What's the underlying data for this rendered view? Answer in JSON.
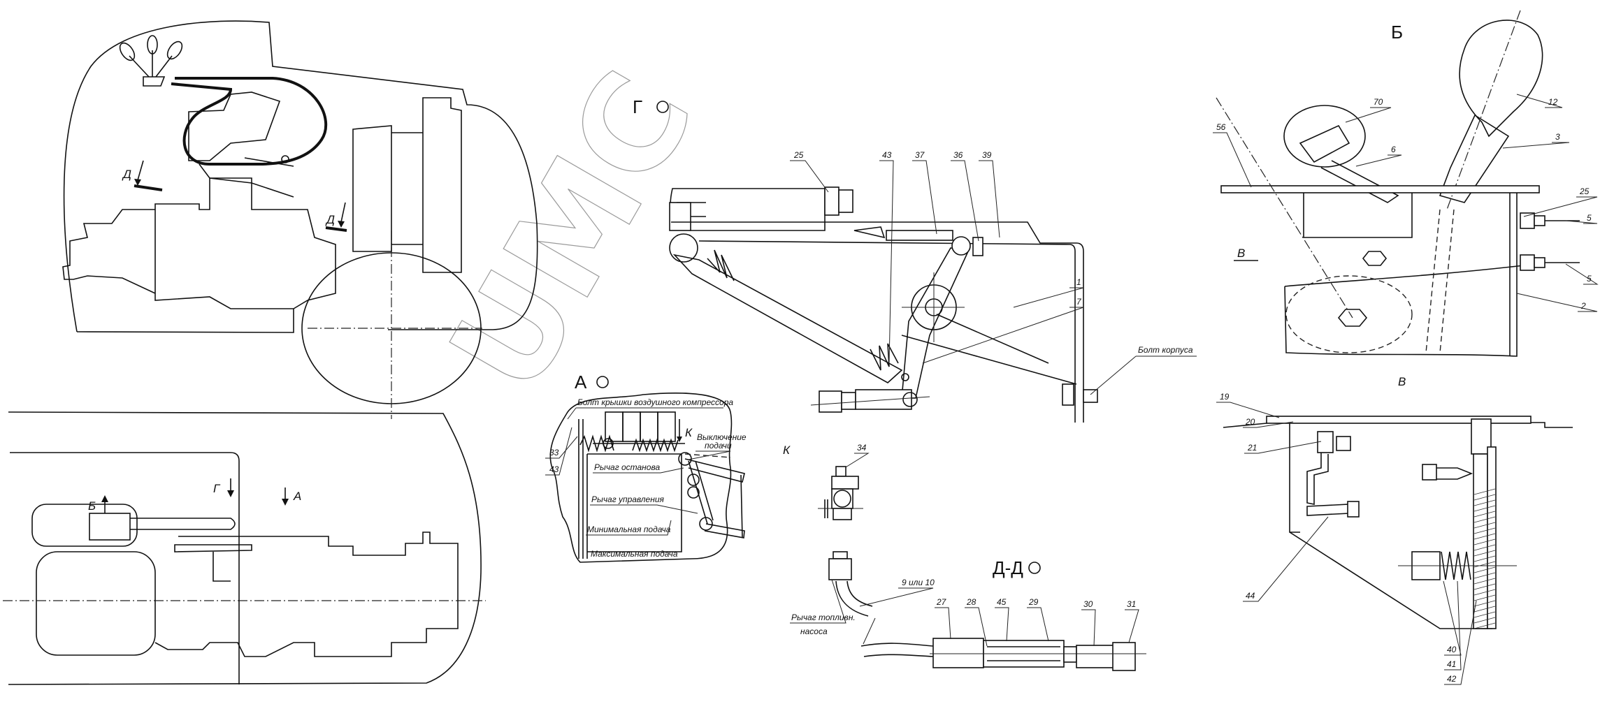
{
  "watermark": "UMC",
  "overview": {
    "side_view_labels": [
      "Д",
      "Д"
    ],
    "plan_view_labels": {
      "g": "Г",
      "a": "А",
      "b": "Б"
    }
  },
  "view_g": {
    "title": "Г",
    "callouts": [
      "25",
      "43",
      "37",
      "36",
      "39",
      "1",
      "7"
    ],
    "body_bolt": "Болт корпуса"
  },
  "view_a": {
    "title": "А",
    "compressor_bolt": "Болт крышки воздушного компрессора",
    "callouts": [
      "33",
      "43"
    ],
    "k_arrow": "К",
    "feed_off": [
      "Выключение",
      "подачи"
    ],
    "stop_lever": "Рычаг останова",
    "control_lever": "Рычаг управления",
    "min_feed": "Минимальная подача",
    "max_feed": "Максимальная подача"
  },
  "view_k": {
    "title": "К",
    "callouts": [
      "34"
    ]
  },
  "section_dd": {
    "title": "Д-Д",
    "pump_lever": [
      "Рычаг топливн.",
      "насоса"
    ],
    "callouts": [
      "9 или 10",
      "27",
      "28",
      "45",
      "29",
      "30",
      "31"
    ]
  },
  "view_b": {
    "title": "Б",
    "section_mark": "В",
    "callouts": [
      "56",
      "70",
      "12",
      "6",
      "3",
      "25",
      "5",
      "5",
      "2"
    ]
  },
  "view_v": {
    "title": "В",
    "callouts": [
      "19",
      "20",
      "21",
      "44",
      "40",
      "41",
      "42"
    ]
  }
}
